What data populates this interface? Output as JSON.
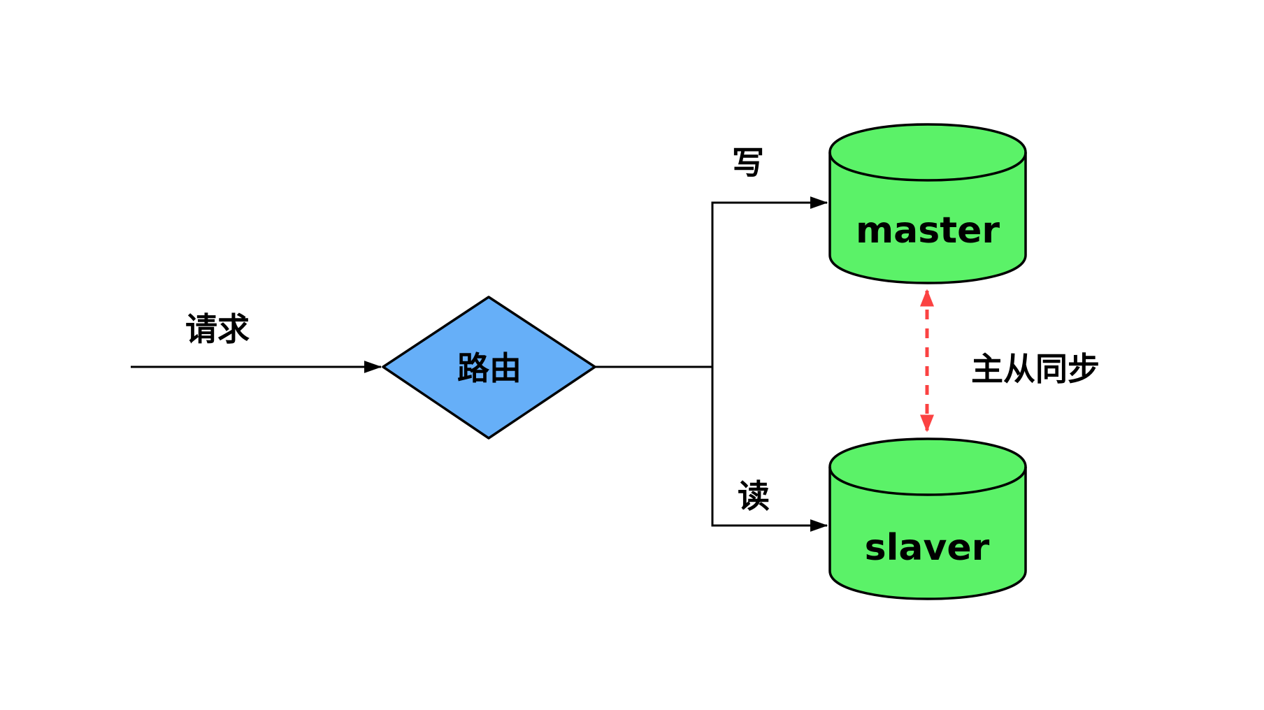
{
  "diagram": {
    "background": "#ffffff",
    "line_color": "#000000",
    "nodes": {
      "router": {
        "shape": "diamond",
        "label": "路由",
        "fill": "#66aff8"
      },
      "master": {
        "shape": "cylinder",
        "label": "master",
        "fill": "#5bf268"
      },
      "slaver": {
        "shape": "cylinder",
        "label": "slaver",
        "fill": "#5bf268"
      }
    },
    "edges": {
      "request": {
        "label": "请求",
        "from": "start",
        "to": "router",
        "style": "solid-arrow"
      },
      "write": {
        "label": "写",
        "from": "router",
        "to": "master",
        "style": "solid-arrow"
      },
      "read": {
        "label": "读",
        "from": "router",
        "to": "slaver",
        "style": "solid-arrow"
      },
      "sync": {
        "label": "主从同步",
        "from": "master",
        "to": "slaver",
        "style": "dashed-double-arrow",
        "color": "#fb4242"
      }
    }
  }
}
